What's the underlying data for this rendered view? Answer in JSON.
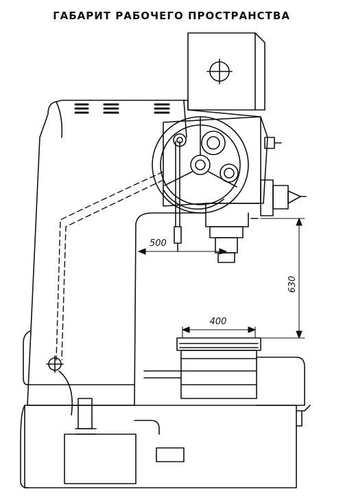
{
  "title": "ГАБАРИТ РАБОЧЕГО ПРОСТРАНСТВА",
  "dimensions": {
    "spindle_reach": "500",
    "vertical_travel": "630",
    "table_width": "400"
  }
}
